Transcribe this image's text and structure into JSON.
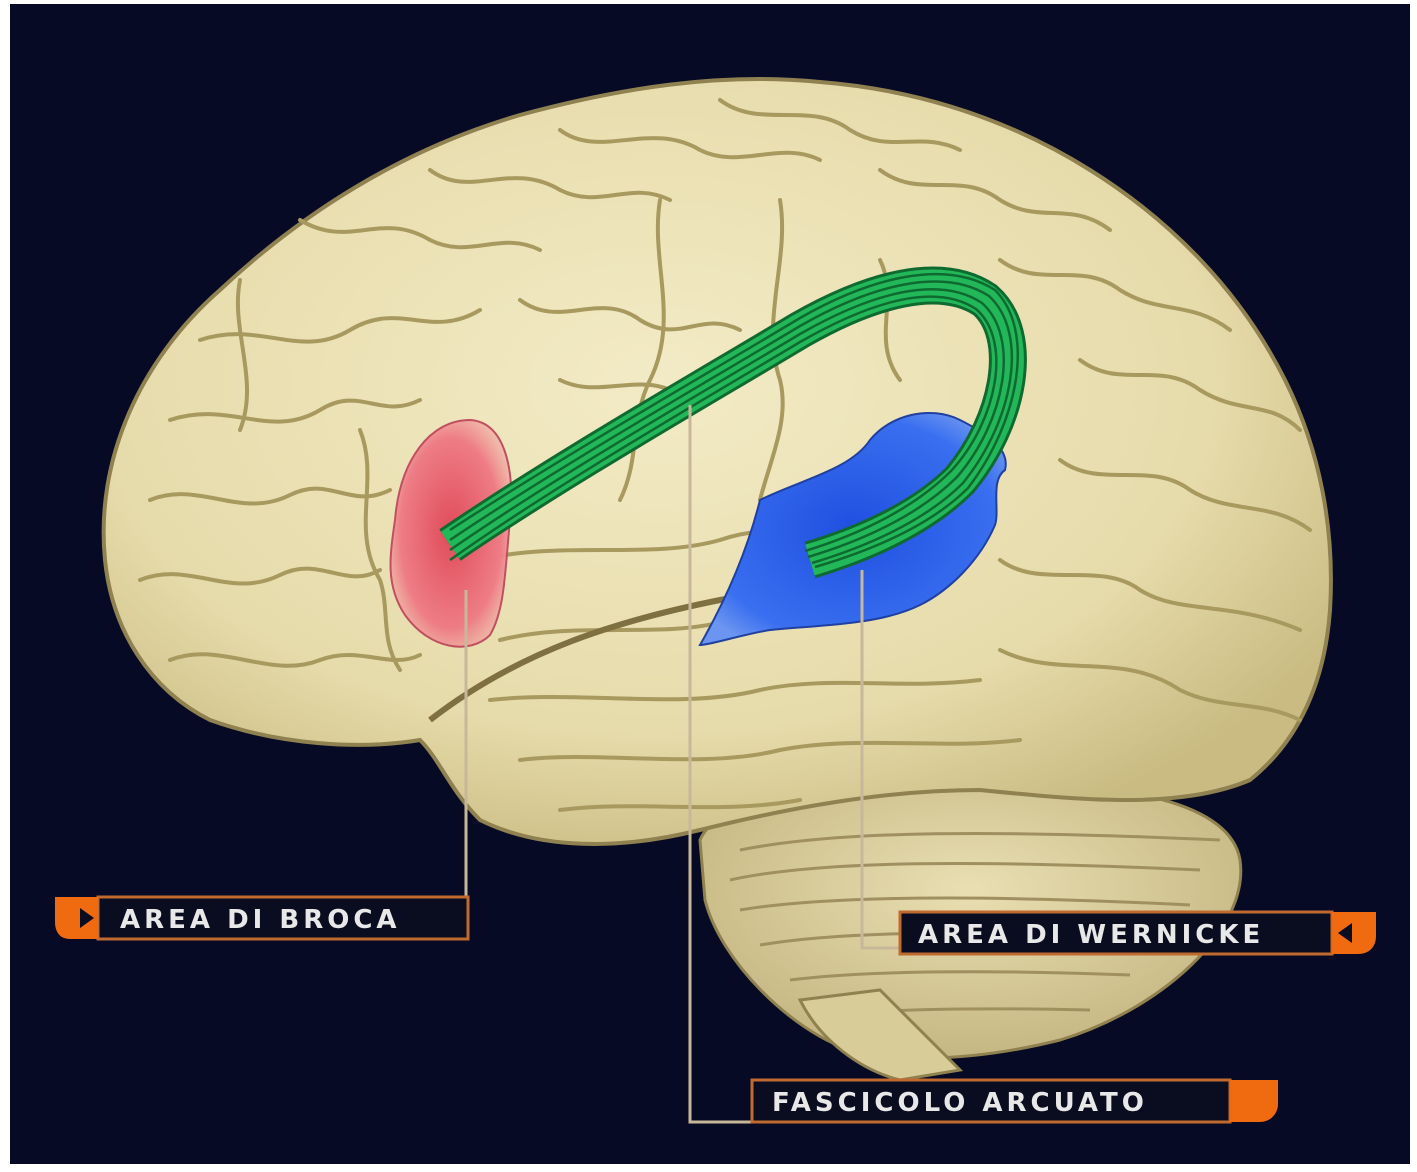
{
  "labels": {
    "broca": "AREA DI BROCA",
    "wernicke": "AREA DI WERNICKE",
    "fascicolo": "FASCICOLO ARCUATO"
  },
  "colors": {
    "background": "#060a24",
    "brain": "#e8deb0",
    "brain_shadow": "#b9ac78",
    "broca_region": "#e8707a",
    "wernicke_region": "#2f5fe0",
    "arcuate_fasciculus": "#1a9a4a",
    "label_box": "#0a0d20",
    "label_border": "#c06a30",
    "label_tab": "#f06a10",
    "leader_line": "#c8b89a"
  },
  "icons": {
    "broca_tab": "arrow-right-icon",
    "wernicke_tab": "arrow-left-icon",
    "fascicolo_tab": "tab-icon"
  }
}
